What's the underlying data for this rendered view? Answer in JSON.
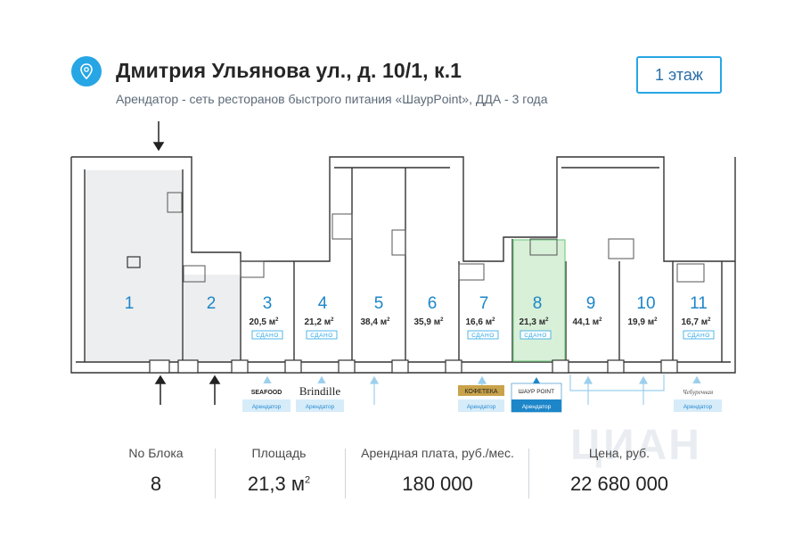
{
  "header": {
    "title": "Дмитрия Ульянова ул., д. 10/1, к.1",
    "subtitle": "Арендатор - сеть ресторанов быстрого питания «ШаурPoint», ДДА - 3 года",
    "floor_label": "1 этаж",
    "pin_icon": "location-pin-icon",
    "accent_color": "#27a6e5"
  },
  "blocks": [
    {
      "id": "1",
      "area": "",
      "status": ""
    },
    {
      "id": "2",
      "area": "",
      "status": ""
    },
    {
      "id": "3",
      "area": "20,5 м",
      "status": "СДАНО"
    },
    {
      "id": "4",
      "area": "21,2 м",
      "status": "СДАНО"
    },
    {
      "id": "5",
      "area": "38,4 м",
      "status": ""
    },
    {
      "id": "6",
      "area": "35,9 м",
      "status": ""
    },
    {
      "id": "7",
      "area": "16,6 м",
      "status": "СДАНО"
    },
    {
      "id": "8",
      "area": "21,3 м",
      "status": "СДАНО",
      "selected": true
    },
    {
      "id": "9",
      "area": "44,1 м",
      "status": ""
    },
    {
      "id": "10",
      "area": "19,9 м",
      "status": ""
    },
    {
      "id": "11",
      "area": "16,7 м",
      "status": "СДАНО"
    }
  ],
  "area_unit_sup": "2",
  "tenants": [
    {
      "logo": "SEAFOOD",
      "label": "Арендатор"
    },
    {
      "logo": "Brindille",
      "label": "Арендатор"
    },
    {
      "logo": "КОФЕТЕКА",
      "label": "Арендатор"
    },
    {
      "logo": "ШАУР POINT",
      "label": "Арендатор",
      "highlight": true
    },
    {
      "logo": "Чебуречная",
      "label": "Арендатор"
    }
  ],
  "stats": {
    "block_label": "No Блока",
    "block_value": "8",
    "area_label": "Площадь",
    "area_value": "21,3 м",
    "area_sup": "2",
    "rent_label": "Арендная плата, руб./мес.",
    "rent_value": "180 000",
    "price_label": "Цена, руб.",
    "price_value": "22 680 000"
  },
  "watermark": "ЦИАН",
  "colors": {
    "selected_fill": "#d8f0d8",
    "selected_stroke": "#7dcf8a",
    "rented_fill": "#f0f1f1",
    "number_blue": "#1d86c9"
  }
}
